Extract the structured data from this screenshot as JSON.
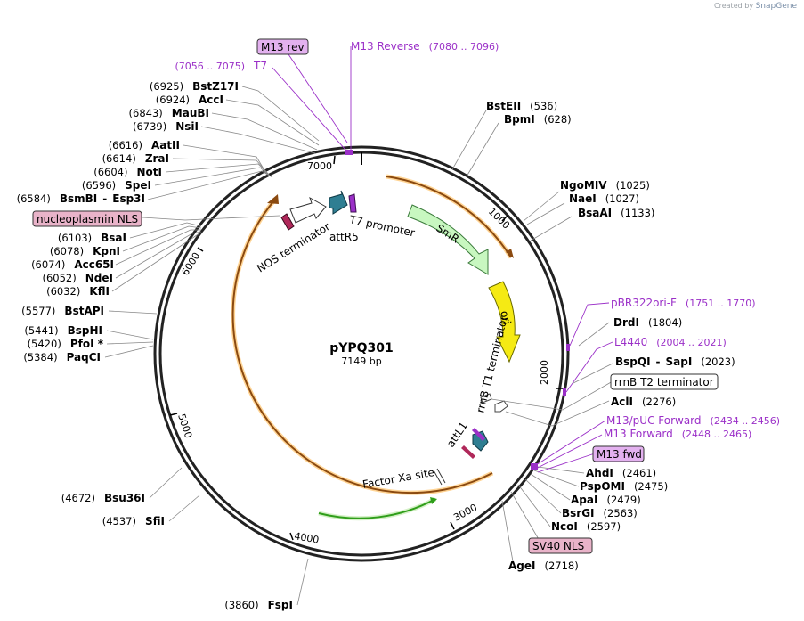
{
  "credit": {
    "prefix": "Created by",
    "brand": "SnapGene"
  },
  "plasmid": {
    "name": "pYPQ301",
    "length_label": "7149 bp"
  },
  "ruler": [
    "1000",
    "2000",
    "3000",
    "4000",
    "5000",
    "6000",
    "7000"
  ],
  "sites": [
    {
      "name": "BstEII",
      "pos": "(536)"
    },
    {
      "name": "BpmI",
      "pos": "(628)"
    },
    {
      "name": "NgoMIV",
      "pos": "(1025)"
    },
    {
      "name": "NaeI",
      "pos": "(1027)"
    },
    {
      "name": "BsaAI",
      "pos": "(1133)"
    },
    {
      "name": "DrdI",
      "pos": "(1804)"
    },
    {
      "name": "BspQI",
      "pos": "(2023)",
      "alt": "SapI"
    },
    {
      "name": "AclI",
      "pos": "(2276)"
    },
    {
      "name": "AhdI",
      "pos": "(2461)"
    },
    {
      "name": "PspOMI",
      "pos": "(2475)"
    },
    {
      "name": "ApaI",
      "pos": "(2479)"
    },
    {
      "name": "BsrGI",
      "pos": "(2563)"
    },
    {
      "name": "NcoI",
      "pos": "(2597)"
    },
    {
      "name": "AgeI",
      "pos": "(2718)"
    },
    {
      "name": "FspI",
      "pos": "(3860)"
    },
    {
      "name": "SfiI",
      "pos": "(4537)"
    },
    {
      "name": "Bsu36I",
      "pos": "(4672)"
    },
    {
      "name": "PaqCI",
      "pos": "(5384)"
    },
    {
      "name": "PfoI *",
      "pos": "(5420)"
    },
    {
      "name": "BspHI",
      "pos": "(5441)"
    },
    {
      "name": "BstAPI",
      "pos": "(5577)"
    },
    {
      "name": "KflI",
      "pos": "(6032)"
    },
    {
      "name": "NdeI",
      "pos": "(6052)"
    },
    {
      "name": "Acc65I",
      "pos": "(6074)"
    },
    {
      "name": "KpnI",
      "pos": "(6078)"
    },
    {
      "name": "BsaI",
      "pos": "(6103)"
    },
    {
      "name": "BsmBI",
      "pos": "(6584)",
      "alt": "Esp3I"
    },
    {
      "name": "SpeI",
      "pos": "(6596)"
    },
    {
      "name": "NotI",
      "pos": "(6604)"
    },
    {
      "name": "ZraI",
      "pos": "(6614)"
    },
    {
      "name": "AatII",
      "pos": "(6616)"
    },
    {
      "name": "NsiI",
      "pos": "(6739)"
    },
    {
      "name": "MauBI",
      "pos": "(6843)"
    },
    {
      "name": "AccI",
      "pos": "(6924)"
    },
    {
      "name": "BstZ17I",
      "pos": "(6925)"
    }
  ],
  "primers": [
    {
      "name": "M13 Reverse",
      "range": "(7080 .. 7096)"
    },
    {
      "name": "T7",
      "range": "(7056 .. 7075)"
    },
    {
      "name": "pBR322ori-F",
      "range": "(1751 .. 1770)"
    },
    {
      "name": "L4440",
      "range": "(2004 .. 2021)"
    },
    {
      "name": "M13/pUC Forward",
      "range": "(2434 .. 2456)"
    },
    {
      "name": "M13 Forward",
      "range": "(2448 .. 2465)"
    }
  ],
  "boxed": [
    {
      "name": "M13 rev"
    },
    {
      "name": "nucleoplasmin NLS"
    },
    {
      "name": "rrnB T2 terminator"
    },
    {
      "name": "M13 fwd"
    },
    {
      "name": "SV40 NLS"
    }
  ],
  "features": [
    {
      "name": "SmR"
    },
    {
      "name": "ori"
    },
    {
      "name": "T7 promoter"
    },
    {
      "name": "attR5"
    },
    {
      "name": "NOS terminator"
    },
    {
      "name": "rrnB T1 terminator"
    },
    {
      "name": "attL1"
    },
    {
      "name": "Factor Xa site"
    }
  ],
  "colors": {
    "primer": "#9b30c8",
    "smr": "#c8f7c0",
    "ori": "#f5ea14",
    "arc_orange": "#ff9d2a",
    "arc_brown": "#8b4a10",
    "arc_green": "#2f9e1a",
    "teal": "#2f7e92",
    "nls": "#e9b3c9",
    "m13": "#e3b1ef"
  }
}
